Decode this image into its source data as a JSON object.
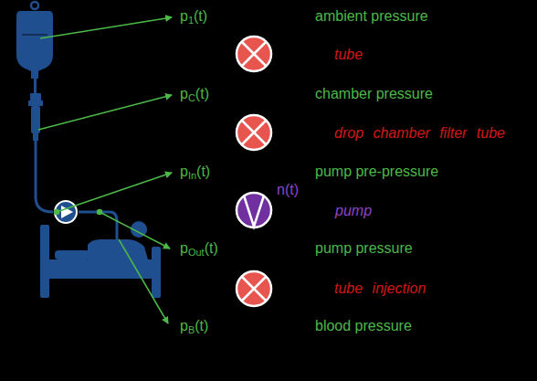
{
  "diagram": {
    "labels": [
      "p1(t)",
      "ambient pressure",
      "tube",
      "pC(t)",
      "chamber pressure",
      "drop chamber filter tube",
      "pIn(t)",
      "pump pre-pressure",
      "n(t)",
      "pump",
      "pOut(t)",
      "pump pressure",
      "tube injection",
      "pB(t)",
      "blood pressure"
    ]
  }
}
